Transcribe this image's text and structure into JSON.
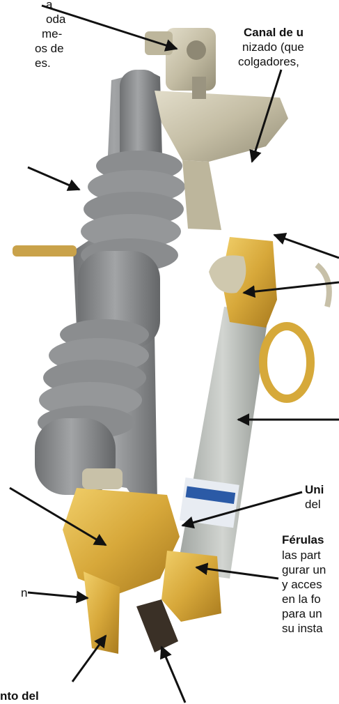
{
  "texts": {
    "tl_line1": "a",
    "tl_line2": "oda",
    "tl_line3": "me-",
    "tl_line4": "os de",
    "tl_line5": "es.",
    "tr_title": "Canal de u",
    "tr_line2": "nizado (que",
    "tr_line3": "colgadores,",
    "uni_title": "Uni",
    "uni_line2": "del",
    "fer_title": "Férulas",
    "fer_line2": "las part",
    "fer_line3": "gurar un",
    "fer_line4": "y acces",
    "fer_line5": "en la fo",
    "fer_line6": "para un",
    "fer_line7": "su insta",
    "left_n": "n",
    "bottom_left": "nto del"
  },
  "colors": {
    "insulator": "#8d8f91",
    "metal": "#c7c0a8",
    "brass": "#d9ac3e",
    "tube": "#b9bdb9",
    "arrow": "#111111"
  }
}
